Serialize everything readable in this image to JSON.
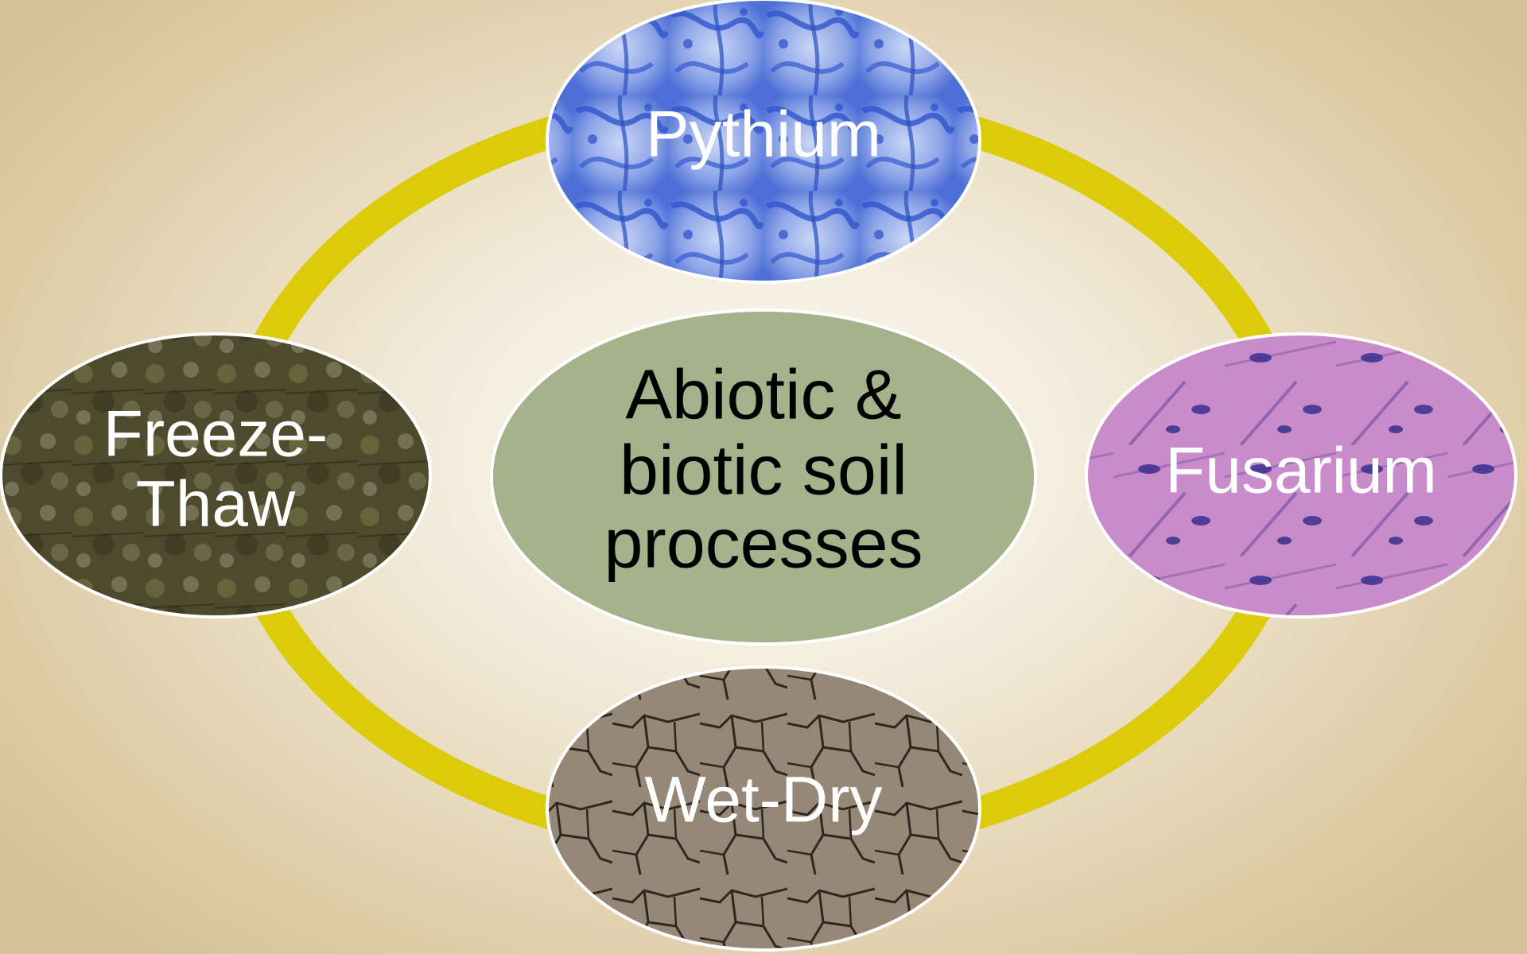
{
  "diagram": {
    "center": {
      "lines": [
        "Abiotic &",
        "biotic soil",
        "processes"
      ],
      "fill_color": "#a5b28c"
    },
    "ring_color": "#dccb0a",
    "nodes": {
      "top": {
        "label": "Pythium",
        "image": "blue stained fungal hyphae micrograph"
      },
      "right": {
        "label": "Fusarium",
        "image": "purple stained conidia micrograph"
      },
      "bottom": {
        "label": "Wet-Dry",
        "image": "cracked dry soil"
      },
      "left": {
        "label_lines": [
          "Freeze-",
          "Thaw"
        ],
        "image": "mossy frost-heaved ground"
      }
    }
  }
}
